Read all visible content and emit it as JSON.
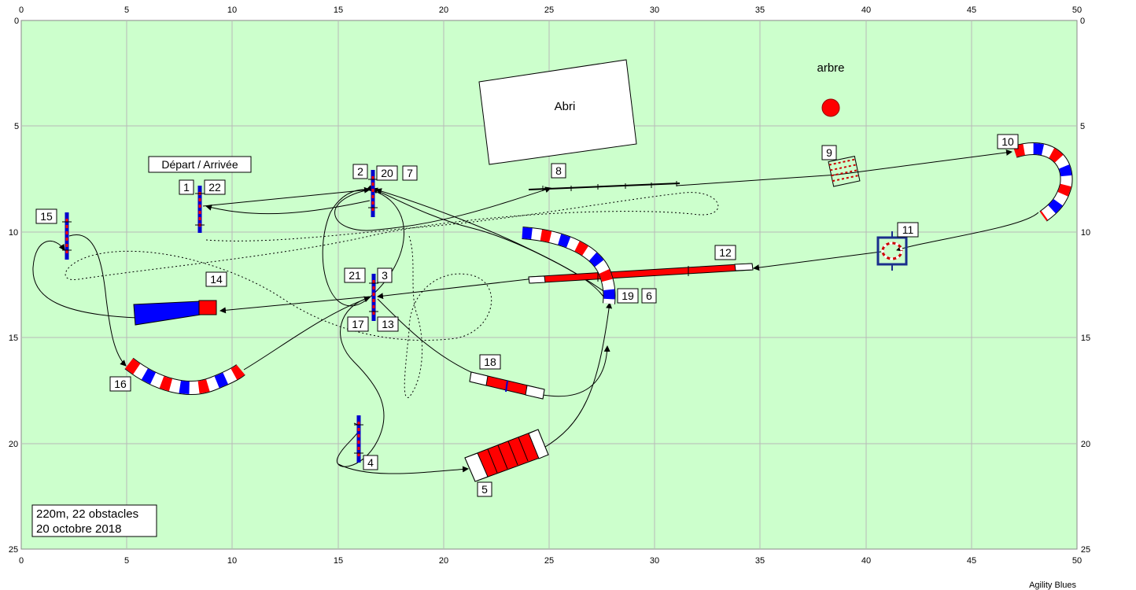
{
  "course": {
    "start_label": "Départ / Arrivée",
    "shelter_label": "Abri",
    "tree_label": "arbre",
    "info_line1": "220m, 22 obstacles",
    "info_line2": "20 octobre 2018",
    "credit": "Agility Blues"
  },
  "axes": {
    "x_ticks": [
      "0",
      "5",
      "10",
      "15",
      "20",
      "25",
      "30",
      "35",
      "40",
      "45",
      "50"
    ],
    "y_ticks": [
      "0",
      "5",
      "10",
      "15",
      "20",
      "25"
    ]
  },
  "numbers": {
    "n1": "1",
    "n22": "22",
    "n2": "2",
    "n20": "20",
    "n7": "7",
    "n8": "8",
    "n9": "9",
    "n10": "10",
    "n11": "11",
    "n12": "12",
    "n15": "15",
    "n14": "14",
    "n21": "21",
    "n3": "3",
    "n17": "17",
    "n13": "13",
    "n19": "19",
    "n6": "6",
    "n16": "16",
    "n18": "18",
    "n4": "4",
    "n5": "5"
  },
  "colors": {
    "field": "#ccffcc",
    "grid": "#b8b8b8",
    "red": "#ff0000",
    "blue": "#0000ff",
    "navy": "#1a2e8c",
    "tree": "#ff0000"
  }
}
